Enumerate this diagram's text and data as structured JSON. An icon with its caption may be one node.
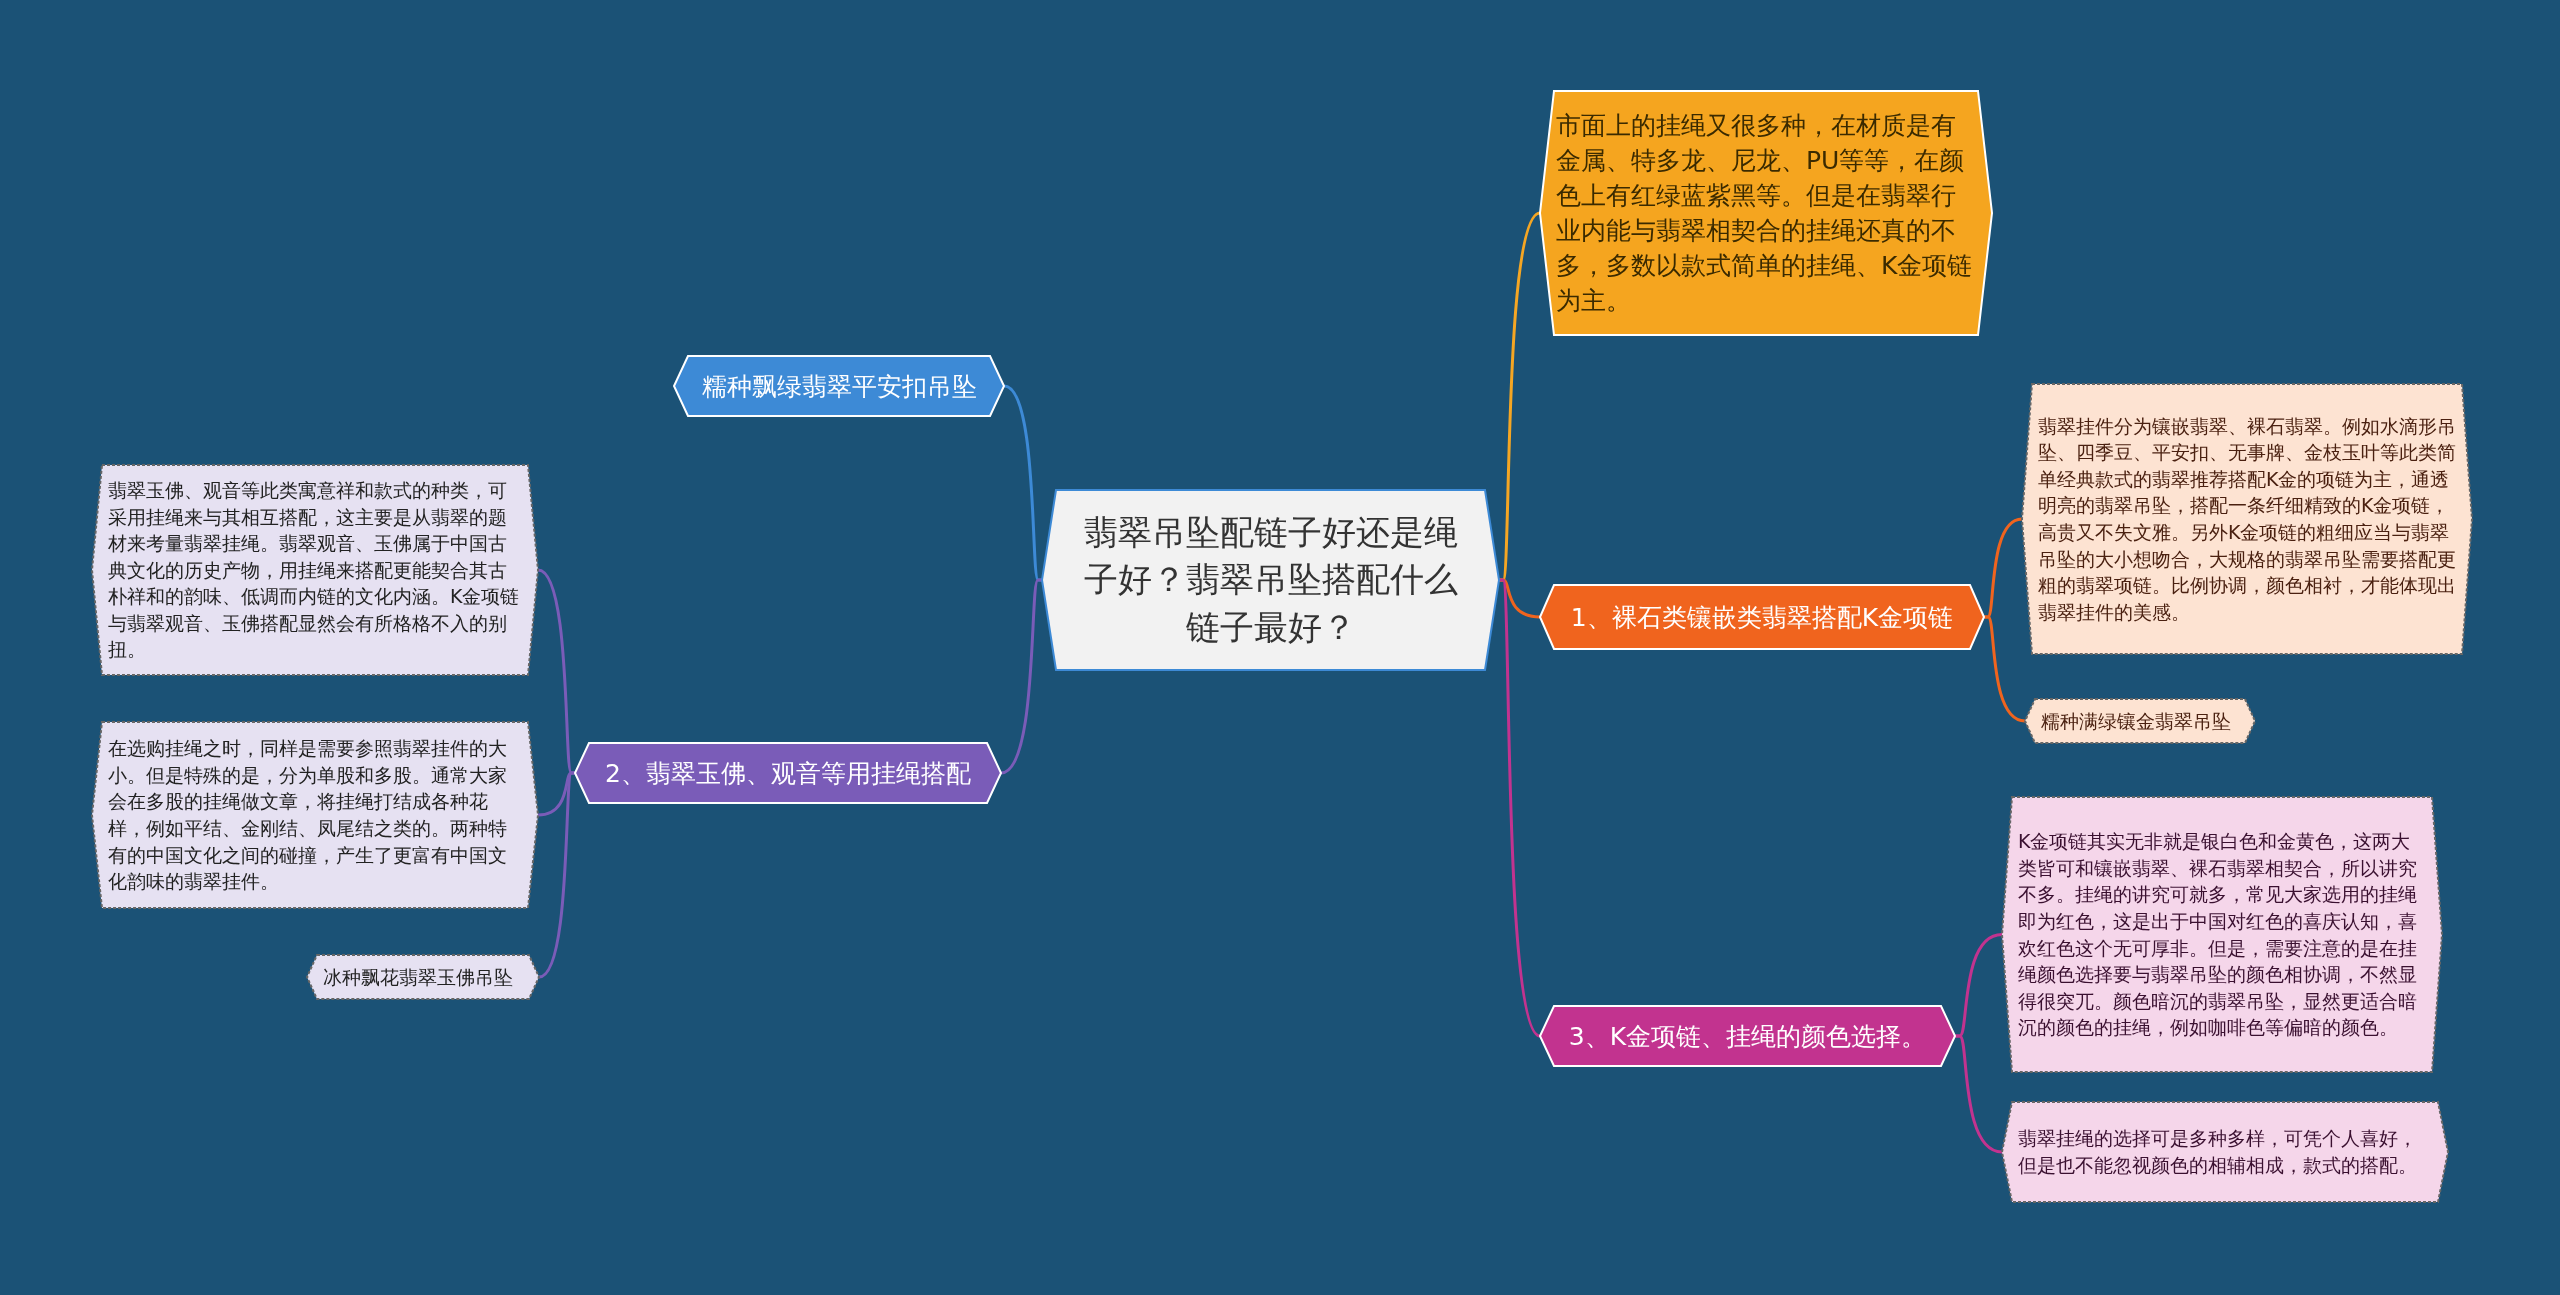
{
  "diagram": {
    "nodes": [
      {
        "text": [
          "翡翠吊坠配链子好还是绳子好？翡翠吊坠搭配什么链子最好？"
        ]
      },
      {
        "text": [
          "市面上的挂绳又很多种，在材质是有金属、特多龙、尼龙、PU等等，在颜色上有红绿蓝紫黑等。但是在翡翠行业内能与翡翠相契合的挂绳还真的不多，多数以款式简单的挂绳、K金项链为主。"
        ]
      },
      {
        "text": [
          "1、裸石类镶嵌类翡翠搭配K金项链"
        ]
      },
      {
        "text": [
          "翡翠挂件分为镶嵌翡翠、裸石翡翠。例如水滴形吊坠、四季豆、平安扣、无事牌、金枝玉叶等此类简单经典款式的翡翠推荐搭配K金的项链为主，通透明亮的翡翠吊坠，搭配一条纤细精致的K金项链，高贵又不失文雅。另外K金项链的粗细应当与翡翠吊坠的大小想吻合，大规格的翡翠吊坠需要搭配更粗的翡翠项链。比例协调，颜色相衬，才能体现出翡翠挂件的美感。"
        ]
      },
      {
        "text": [
          "糯种满绿镶金翡翠吊坠"
        ]
      },
      {
        "text": [
          "3、K金项链、挂绳的颜色选择。"
        ]
      },
      {
        "text": [
          "K金项链其实无非就是银白色和金黄色，这两大类皆可和镶嵌翡翠、裸石翡翠相契合，所以讲究不多。挂绳的讲究可就多，常见大家选用的挂绳即为红色，这是出于中国对红色的喜庆认知，喜欢红色这个无可厚非。但是，需要注意的是在挂绳颜色选择要与翡翠吊坠的颜色相协调，不然显得很突兀。颜色暗沉的翡翠吊坠，显然更适合暗沉的颜色的挂绳，例如咖啡色等偏暗的颜色。"
        ]
      },
      {
        "text": [
          "翡翠挂绳的选择可是多种多样，可凭个人喜好，但是也不能忽视颜色的相辅相成，款式的搭配。"
        ]
      },
      {
        "text": [
          "糯种飘绿翡翠平安扣吊坠"
        ]
      },
      {
        "text": [
          "2、翡翠玉佛、观音等用挂绳搭配"
        ]
      },
      {
        "text": [
          "翡翠玉佛、观音等此类寓意祥和款式的种类，可采用挂绳来与其相互搭配，这主要是从翡翠的题材来考量翡翠挂绳。翡翠观音、玉佛属于中国古典文化的历史产物，用挂绳来搭配更能契合其古朴祥和的韵味、低调而内链的文化内涵。K金项链与翡翠观音、玉佛搭配显然会有所格格不入的别扭。"
        ]
      },
      {
        "text": [
          "在选购挂绳之时，同样是需要参照翡翠挂件的大小。但是特殊的是，分为单股和多股。通常大家会在多股的挂绳做文章，将挂绳打结成各种花样，例如平结、金刚结、凤尾结之类的。两种特有的中国文化之间的碰撞，产生了更富有中国文化韵味的翡翠挂件。"
        ]
      },
      {
        "text": [
          "冰种飘花翡翠玉佛吊坠"
        ]
      }
    ],
    "edges": [
      {
        "from": 0,
        "to": 1,
        "arrow": "none",
        "color": "#f5a623"
      },
      {
        "from": 0,
        "to": 2,
        "arrow": "none",
        "color": "#f0641e"
      },
      {
        "from": 2,
        "to": 3,
        "arrow": "none",
        "color": "#f0641e"
      },
      {
        "from": 2,
        "to": 4,
        "arrow": "none",
        "color": "#f0641e"
      },
      {
        "from": 0,
        "to": 5,
        "arrow": "none",
        "color": "#c2338f"
      },
      {
        "from": 5,
        "to": 6,
        "arrow": "none",
        "color": "#c2338f"
      },
      {
        "from": 5,
        "to": 7,
        "arrow": "none",
        "color": "#c2338f"
      },
      {
        "from": 0,
        "to": 8,
        "arrow": "none",
        "color": "#3d8ad6"
      },
      {
        "from": 0,
        "to": 9,
        "arrow": "none",
        "color": "#7a5cb8"
      },
      {
        "from": 9,
        "to": 10,
        "arrow": "none",
        "color": "#7a5cb8"
      },
      {
        "from": 9,
        "to": 11,
        "arrow": "none",
        "color": "#7a5cb8"
      },
      {
        "from": 9,
        "to": 12,
        "arrow": "none",
        "color": "#7a5cb8"
      }
    ]
  }
}
